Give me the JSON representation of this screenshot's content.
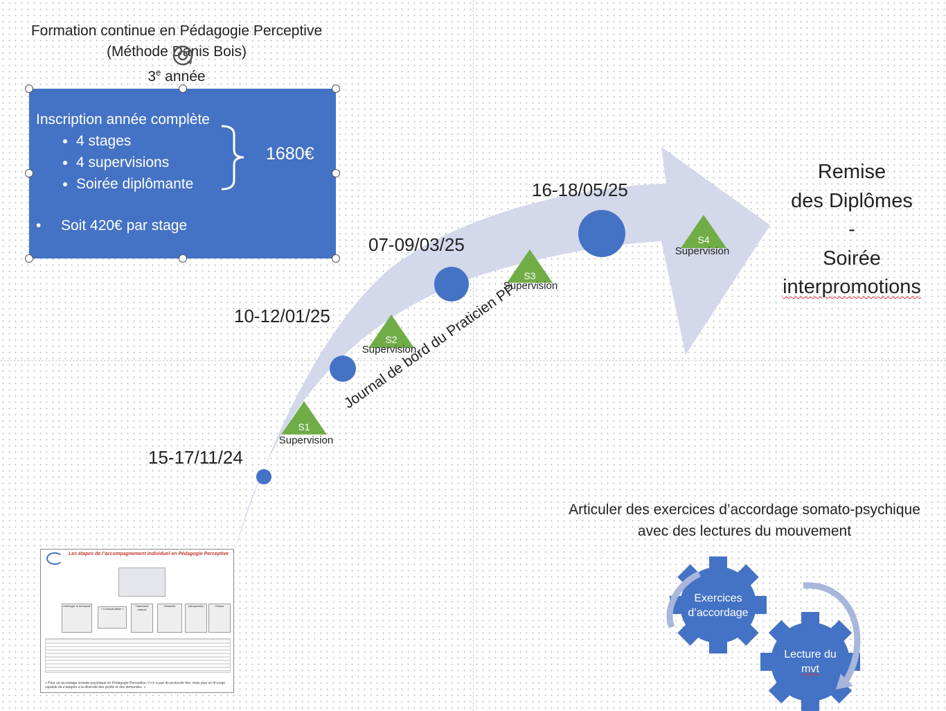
{
  "header": {
    "line1": "Formation continue en Pédagogie Perceptive",
    "line2": "(Méthode Danis Bois)",
    "line3_num": "3",
    "line3_sup": "e",
    "line3_text": " année"
  },
  "infobox": {
    "title": "Inscription année complète",
    "items": [
      "4 stages",
      "4 supervisions",
      "Soirée diplômante"
    ],
    "price": "1680€",
    "per_stage": "Soit 420€ par stage",
    "color": "#4472c4"
  },
  "timeline": {
    "arrow_label": "Journal de bord du Praticien PP",
    "dates": [
      "15-17/11/24",
      "10-12/01/25",
      "07-09/03/25",
      "16-18/05/25"
    ],
    "supervisions": [
      {
        "code": "S1",
        "label": "Supervision"
      },
      {
        "code": "S2",
        "label": "Supervision"
      },
      {
        "code": "S3",
        "label": "Supervision"
      },
      {
        "code": "S4",
        "label": "Supervision"
      }
    ],
    "colors": {
      "arrow": "#d3d8ea",
      "circle": "#4472c4",
      "triangle": "#70ad47"
    }
  },
  "remise": {
    "line1": "Remise",
    "line2": "des Diplômes",
    "line3": "-",
    "line4": "Soirée",
    "line5": "interpromotions"
  },
  "articuler": {
    "line1": "Articuler des exercices d’accordage somato-psychique",
    "line2": "avec des lectures du mouvement"
  },
  "gears": {
    "gear1": "Exercices d’accordage",
    "gear2_a": "Lecture du",
    "gear2_b": "mvt"
  },
  "thumbnail": {
    "title": "Les étapes de l’accompagnement individuel en Pédagogie Perceptive",
    "boxes": [
      "Interroger la demande",
      "« Conceptualiser »",
      "Traitement manuel",
      "Gestuelle",
      "Introspection",
      "Clôture"
    ],
    "footer": "« Pour un accordage somato-psychique en Pédagogie Perceptive, il n’y a pas de protocole fixe, mais plus un fil rouge capable de s’adapter à la diversité des profils et des demandes. »"
  }
}
